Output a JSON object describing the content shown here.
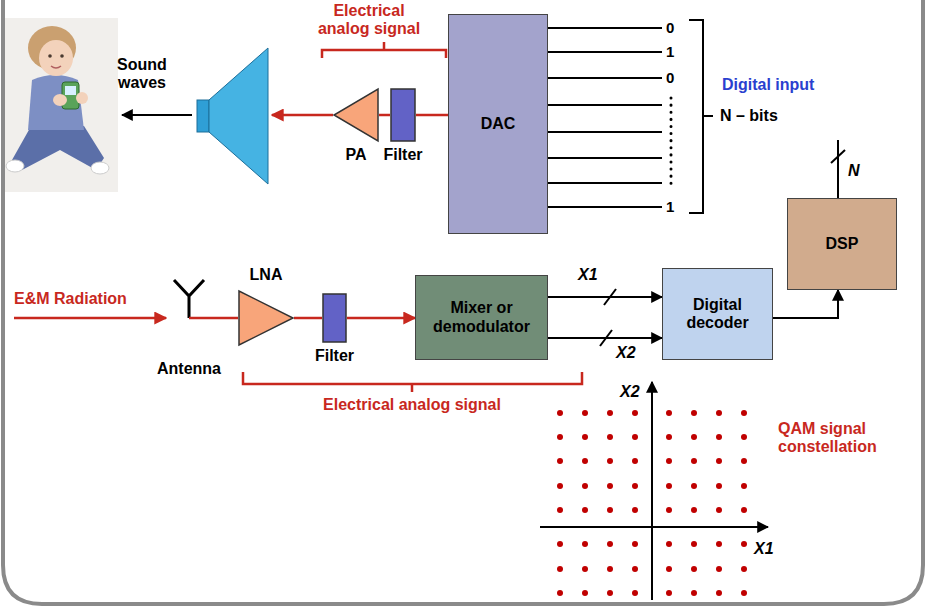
{
  "diagram": {
    "nodes": [
      {
        "text": [
          "PA"
        ]
      },
      {
        "text": [
          "Filter"
        ]
      },
      {
        "text": [
          "DAC"
        ]
      },
      {
        "text": [
          "DSP"
        ]
      },
      {
        "text": [
          "Antenna"
        ]
      },
      {
        "text": [
          "LNA"
        ]
      },
      {
        "text": [
          "Filter"
        ]
      },
      {
        "text": [
          "Mixer or demodulator"
        ]
      },
      {
        "text": [
          "Digital decoder"
        ]
      }
    ],
    "edges": [
      {
        "from": 2,
        "to": 1,
        "arrow": "none"
      },
      {
        "from": 1,
        "to": 0,
        "arrow": "none"
      },
      {
        "from": 4,
        "to": 5,
        "arrow": "none"
      },
      {
        "from": 5,
        "to": 6,
        "arrow": "none"
      },
      {
        "from": 6,
        "to": 7,
        "arrow": "to"
      },
      {
        "from": 7,
        "to": 8,
        "label": "X1",
        "arrow": "to"
      },
      {
        "from": 7,
        "to": 8,
        "label": "X2",
        "arrow": "to"
      },
      {
        "from": 8,
        "to": 3,
        "arrow": "to"
      }
    ],
    "labels": [
      "Electrical analog signal",
      "Sound waves",
      "0",
      "1",
      "0",
      "1",
      "Digital input",
      "N – bits",
      "N",
      "E&M Radiation",
      "Electrical analog signal",
      "QAM signal constellation",
      "X2",
      "X1"
    ]
  }
}
